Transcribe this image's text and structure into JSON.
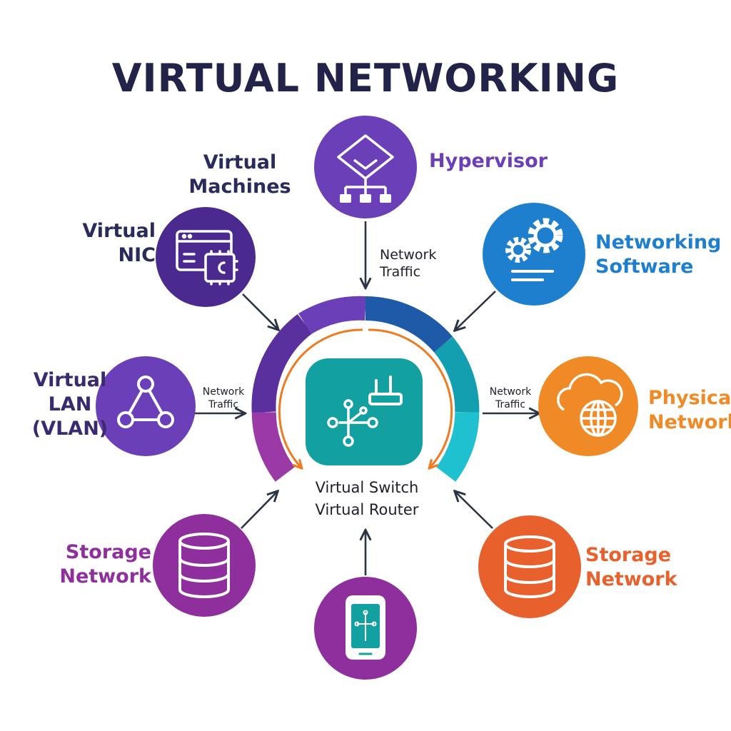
{
  "title": "VIRTUAL NETWORKING",
  "center": {
    "line1": "Virtual Switch",
    "line2": "Virtual Router"
  },
  "nodes": {
    "virtual_machines": {
      "line1": "Virtual",
      "line2": "Machines",
      "color": "#2a2a5c"
    },
    "hypervisor": {
      "line1": "Hypervisor",
      "color": "#6a3fb8"
    },
    "virtual_nic": {
      "line1": "Virtual",
      "line2": "NIC",
      "color": "#2a2a5c"
    },
    "networking_software": {
      "line1": "Networking",
      "line2": "Software",
      "color": "#1f7fcf"
    },
    "virtual_lan": {
      "line1": "Virtual",
      "line2": "LAN",
      "line3": "(VLAN)",
      "color": "#3a2a70"
    },
    "physical_network": {
      "line1": "Physical",
      "line2": "Network",
      "color": "#f08a26"
    },
    "storage_network_left": {
      "line1": "Storage",
      "line2": "Network",
      "color": "#8f2f9e"
    },
    "storage_network_right": {
      "line1": "Storage",
      "line2": "Network",
      "color": "#e8602c"
    }
  },
  "traffic_labels": {
    "top": {
      "line1": "Network",
      "line2": "Traffic"
    },
    "left": {
      "line1": "Network",
      "line2": "Traffic"
    },
    "right": {
      "line1": "Network",
      "line2": "Traffic"
    }
  },
  "colors": {
    "title": "#23234a",
    "purple": "#6a3fb8",
    "violet": "#8f2f9e",
    "blue": "#1f7fcf",
    "teal": "#15a3a3",
    "cyan": "#1fb9cc",
    "orange": "#f08a26",
    "red_orange": "#e8602c",
    "arrow": "#2b3443"
  }
}
